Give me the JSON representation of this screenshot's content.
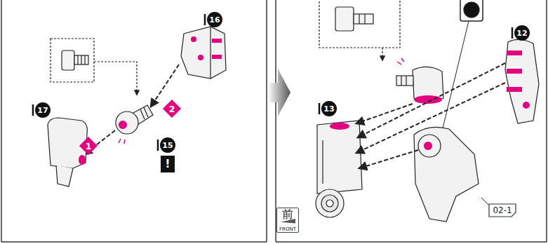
{
  "diagram": {
    "nodes": [
      {
        "text": [
          "16"
        ]
      },
      {
        "text": [
          "17"
        ]
      },
      {
        "text": [
          "2"
        ]
      },
      {
        "text": [
          "15"
        ]
      },
      {
        "text": [
          "!"
        ]
      },
      {
        "text": [
          "1"
        ]
      },
      {
        "text": [
          "12"
        ]
      },
      {
        "text": [
          "13"
        ]
      },
      {
        "text": [
          "前",
          "FRONT"
        ]
      },
      {
        "text": [
          "02-1"
        ]
      }
    ]
  }
}
